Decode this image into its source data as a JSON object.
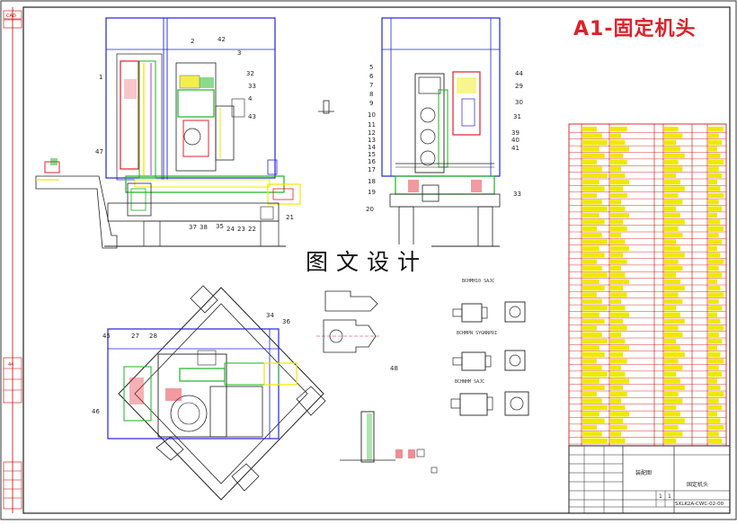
{
  "title": "A1-固定机头",
  "watermark": "图文设计",
  "left_strip": {
    "top_label": "CAD",
    "mid_label": "44"
  },
  "part_numbers_front": [
    "1",
    "2",
    "42",
    "3",
    "32",
    "33",
    "4",
    "43",
    "47",
    "37",
    "38",
    "35",
    "24",
    "23",
    "22",
    "21"
  ],
  "part_numbers_side": [
    "5",
    "6",
    "7",
    "8",
    "9",
    "10",
    "11",
    "12",
    "13",
    "14",
    "15",
    "16",
    "17",
    "18",
    "19",
    "20",
    "44",
    "29",
    "30",
    "31",
    "39",
    "40",
    "41",
    "33"
  ],
  "part_numbers_top": [
    "34",
    "36",
    "45",
    "27",
    "28",
    "46",
    "48"
  ],
  "motor_captions": [
    "BCHMH10 SAJC",
    "BCHMPN SYGNNPRI",
    "BCHNHM SAJC"
  ],
  "title_block": {
    "drawing_name": "固定机头",
    "assembly_label": "装配图",
    "drawing_number": "SXLK2A-CWC-02-00",
    "sheet_cells": [
      "1",
      "1"
    ]
  },
  "colors": {
    "frame": "#1a1a1a",
    "blue": "#2323d9",
    "red": "#e0202a",
    "green": "#18b41e",
    "yellow": "#f0e800",
    "magenta": "#c030d0"
  }
}
